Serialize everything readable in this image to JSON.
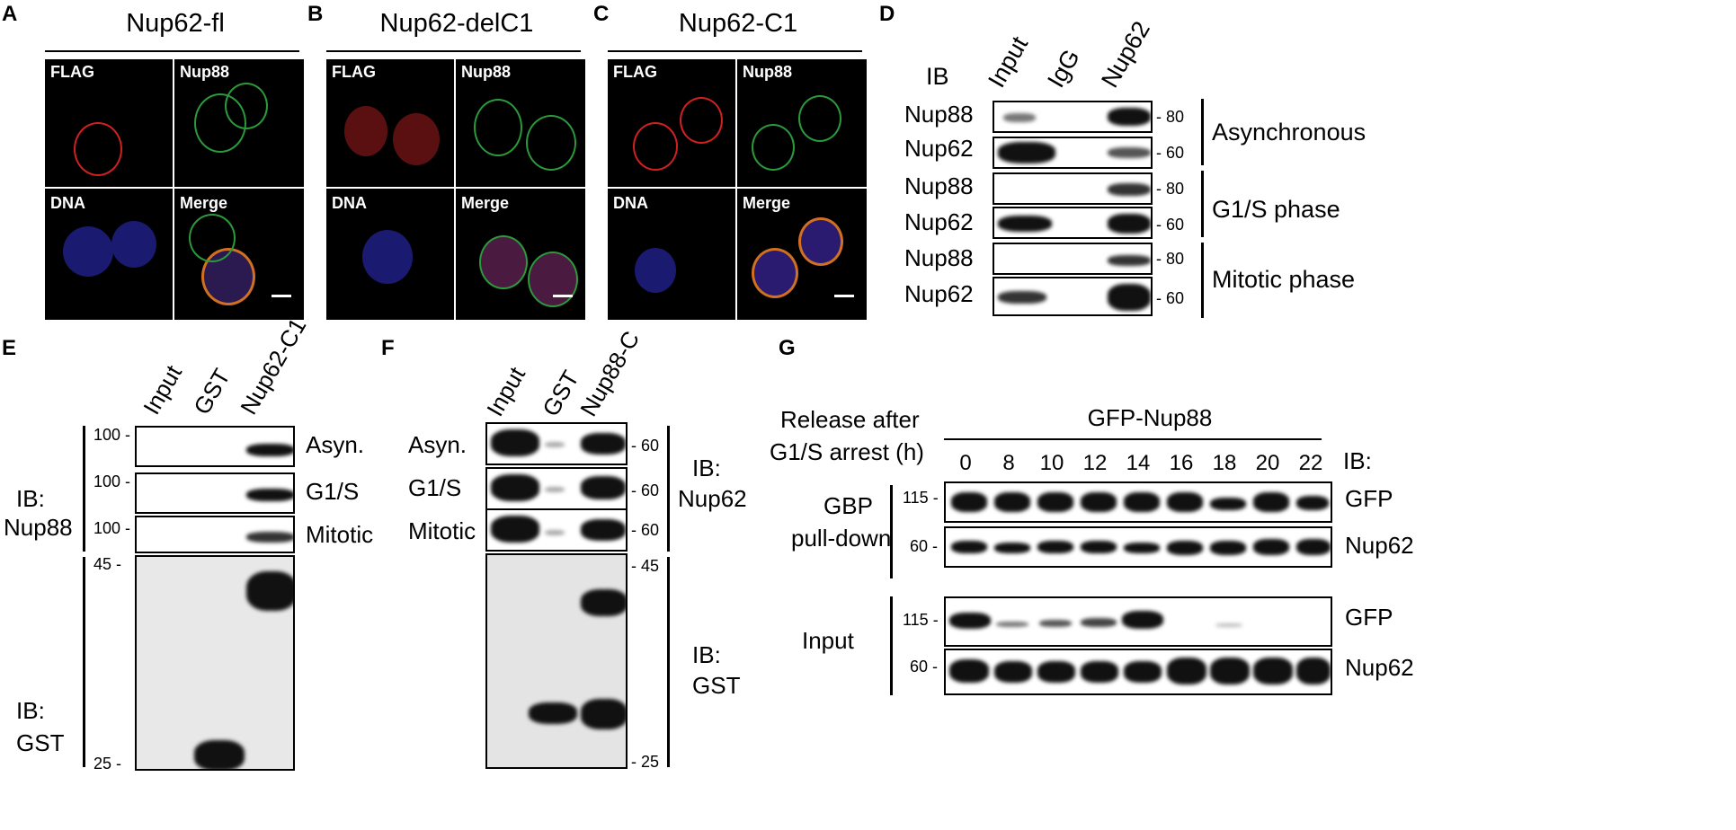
{
  "panels": {
    "A": {
      "letter": "A",
      "title": "Nup62-fl",
      "labels": [
        "FLAG",
        "Nup88",
        "DNA",
        "Merge"
      ]
    },
    "B": {
      "letter": "B",
      "title": "Nup62-delC1",
      "labels": [
        "FLAG",
        "Nup88",
        "DNA",
        "Merge"
      ]
    },
    "C": {
      "letter": "C",
      "title": "Nup62-C1",
      "labels": [
        "FLAG",
        "Nup88",
        "DNA",
        "Merge"
      ]
    },
    "D": {
      "letter": "D",
      "ib": "IB",
      "lanes": [
        "Input",
        "IgG",
        "Nup62"
      ],
      "rows": [
        "Nup88",
        "Nup62",
        "Nup88",
        "Nup62",
        "Nup88",
        "Nup62"
      ],
      "markers": [
        "- 80",
        "- 60",
        "- 80",
        "- 60",
        "- 80",
        "- 60"
      ],
      "conditions": [
        "Asynchronous",
        "G1/S phase",
        "Mitotic phase"
      ]
    },
    "E": {
      "letter": "E",
      "lanes": [
        "Input",
        "GST",
        "Nup62-C1"
      ],
      "conditions": [
        "Asyn.",
        "G1/S",
        "Mitotic"
      ],
      "markers": [
        "100 -",
        "100 -",
        "100 -",
        "45 -",
        "25 -"
      ],
      "ib1": [
        "IB:",
        "Nup88"
      ],
      "ib2": [
        "IB:",
        "GST"
      ]
    },
    "F": {
      "letter": "F",
      "lanes": [
        "Input",
        "GST",
        "Nup88-C"
      ],
      "conditions": [
        "Asyn.",
        "G1/S",
        "Mitotic"
      ],
      "markers": [
        "- 60",
        "- 60",
        "- 60",
        "- 45",
        "- 25"
      ],
      "ib1": [
        "IB:",
        "Nup62"
      ],
      "ib2": [
        "IB:",
        "GST"
      ]
    },
    "G": {
      "letter": "G",
      "release": [
        "Release after",
        "G1/S arrest (h)"
      ],
      "construct": "GFP-Nup88",
      "timepoints": [
        "0",
        "8",
        "10",
        "12",
        "14",
        "16",
        "18",
        "20",
        "22"
      ],
      "ib": "IB:",
      "groups": [
        [
          "GBP",
          "pull-down"
        ],
        [
          "Input"
        ]
      ],
      "row_labels": [
        "GFP",
        "Nup62",
        "GFP",
        "Nup62"
      ],
      "markers": [
        "115 -",
        "60 -",
        "115 -",
        "60 -"
      ]
    }
  }
}
